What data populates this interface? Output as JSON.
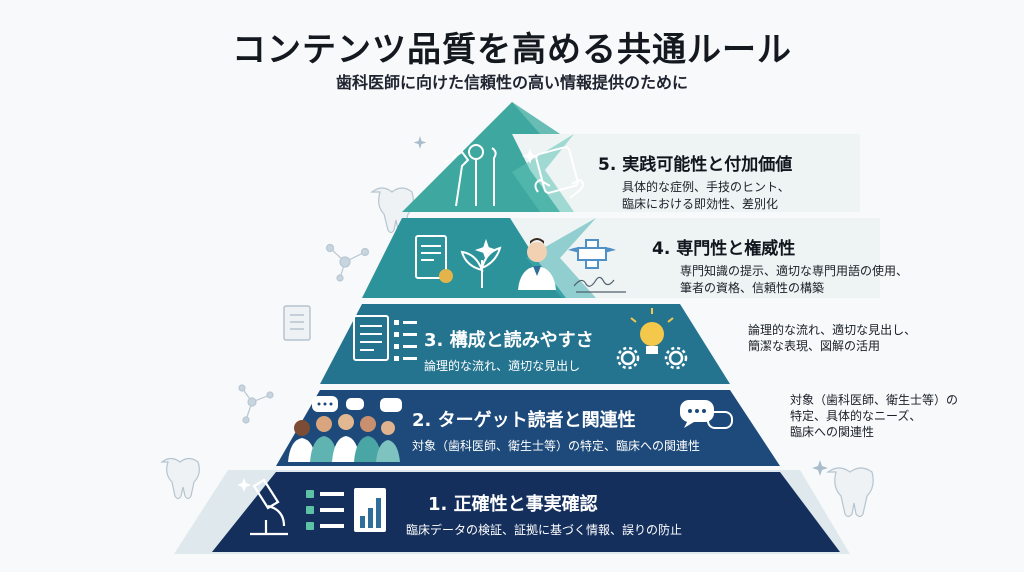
{
  "header": {
    "title": "コンテンツ品質を高める共通ルール",
    "subtitle": "歯科医師に向けた信頼性の高い情報提供のために"
  },
  "tiers": [
    {
      "level": 5,
      "title": "5. 実践可能性と付加価値",
      "desc_lines": [
        "具体的な症例、手技のヒント、",
        "臨床における即効性、差別化"
      ],
      "icons": [
        "dental-handpiece-icon",
        "dental-mirror-icon",
        "dental-probe-icon",
        "sparkle-icon",
        "tablet-hand-icon"
      ]
    },
    {
      "level": 4,
      "title": "4. 専門性と権威性",
      "desc_lines": [
        "専門知識の提示、適切な専門用語の使用、",
        "筆者の資格、信頼性の構築"
      ],
      "icons": [
        "certificate-icon",
        "plant-icon",
        "doctor-icon",
        "winged-cross-icon",
        "signature-icon"
      ]
    },
    {
      "level": 3,
      "title": "3. 構成と読みやすさ",
      "desc": "論理的な流れ、適切な見出し",
      "side_note_lines": [
        "論理的な流れ、適切な見出し、",
        "簡潔な表現、図解の活用"
      ],
      "icons": [
        "document-icon",
        "list-icon",
        "lightbulb-icon",
        "gears-icon"
      ]
    },
    {
      "level": 2,
      "title": "2. ターゲット読者と関連性",
      "desc": "対象（歯科医師、衛生士等）の特定、臨床への関連性",
      "side_note_lines": [
        "対象（歯科医師、衛生士等）の",
        "特定、具体的なニーズ、",
        "臨床への関連性"
      ],
      "icons": [
        "team-icon",
        "chat-bubbles-icon",
        "speech-bubble-icon"
      ]
    },
    {
      "level": 1,
      "title": "1. 正確性と事実確認",
      "desc": "臨床データの検証、証拠に基づく情報、誤りの防止",
      "icons": [
        "microscope-icon",
        "checklist-icon",
        "bar-chart-icon"
      ]
    }
  ],
  "colors": {
    "tier5": "#49b5ab",
    "tier4": "#2f98a0",
    "tier3": "#277a93",
    "tier2": "#1f4f7e",
    "tier1": "#15325f",
    "band": "#eef3f4"
  }
}
